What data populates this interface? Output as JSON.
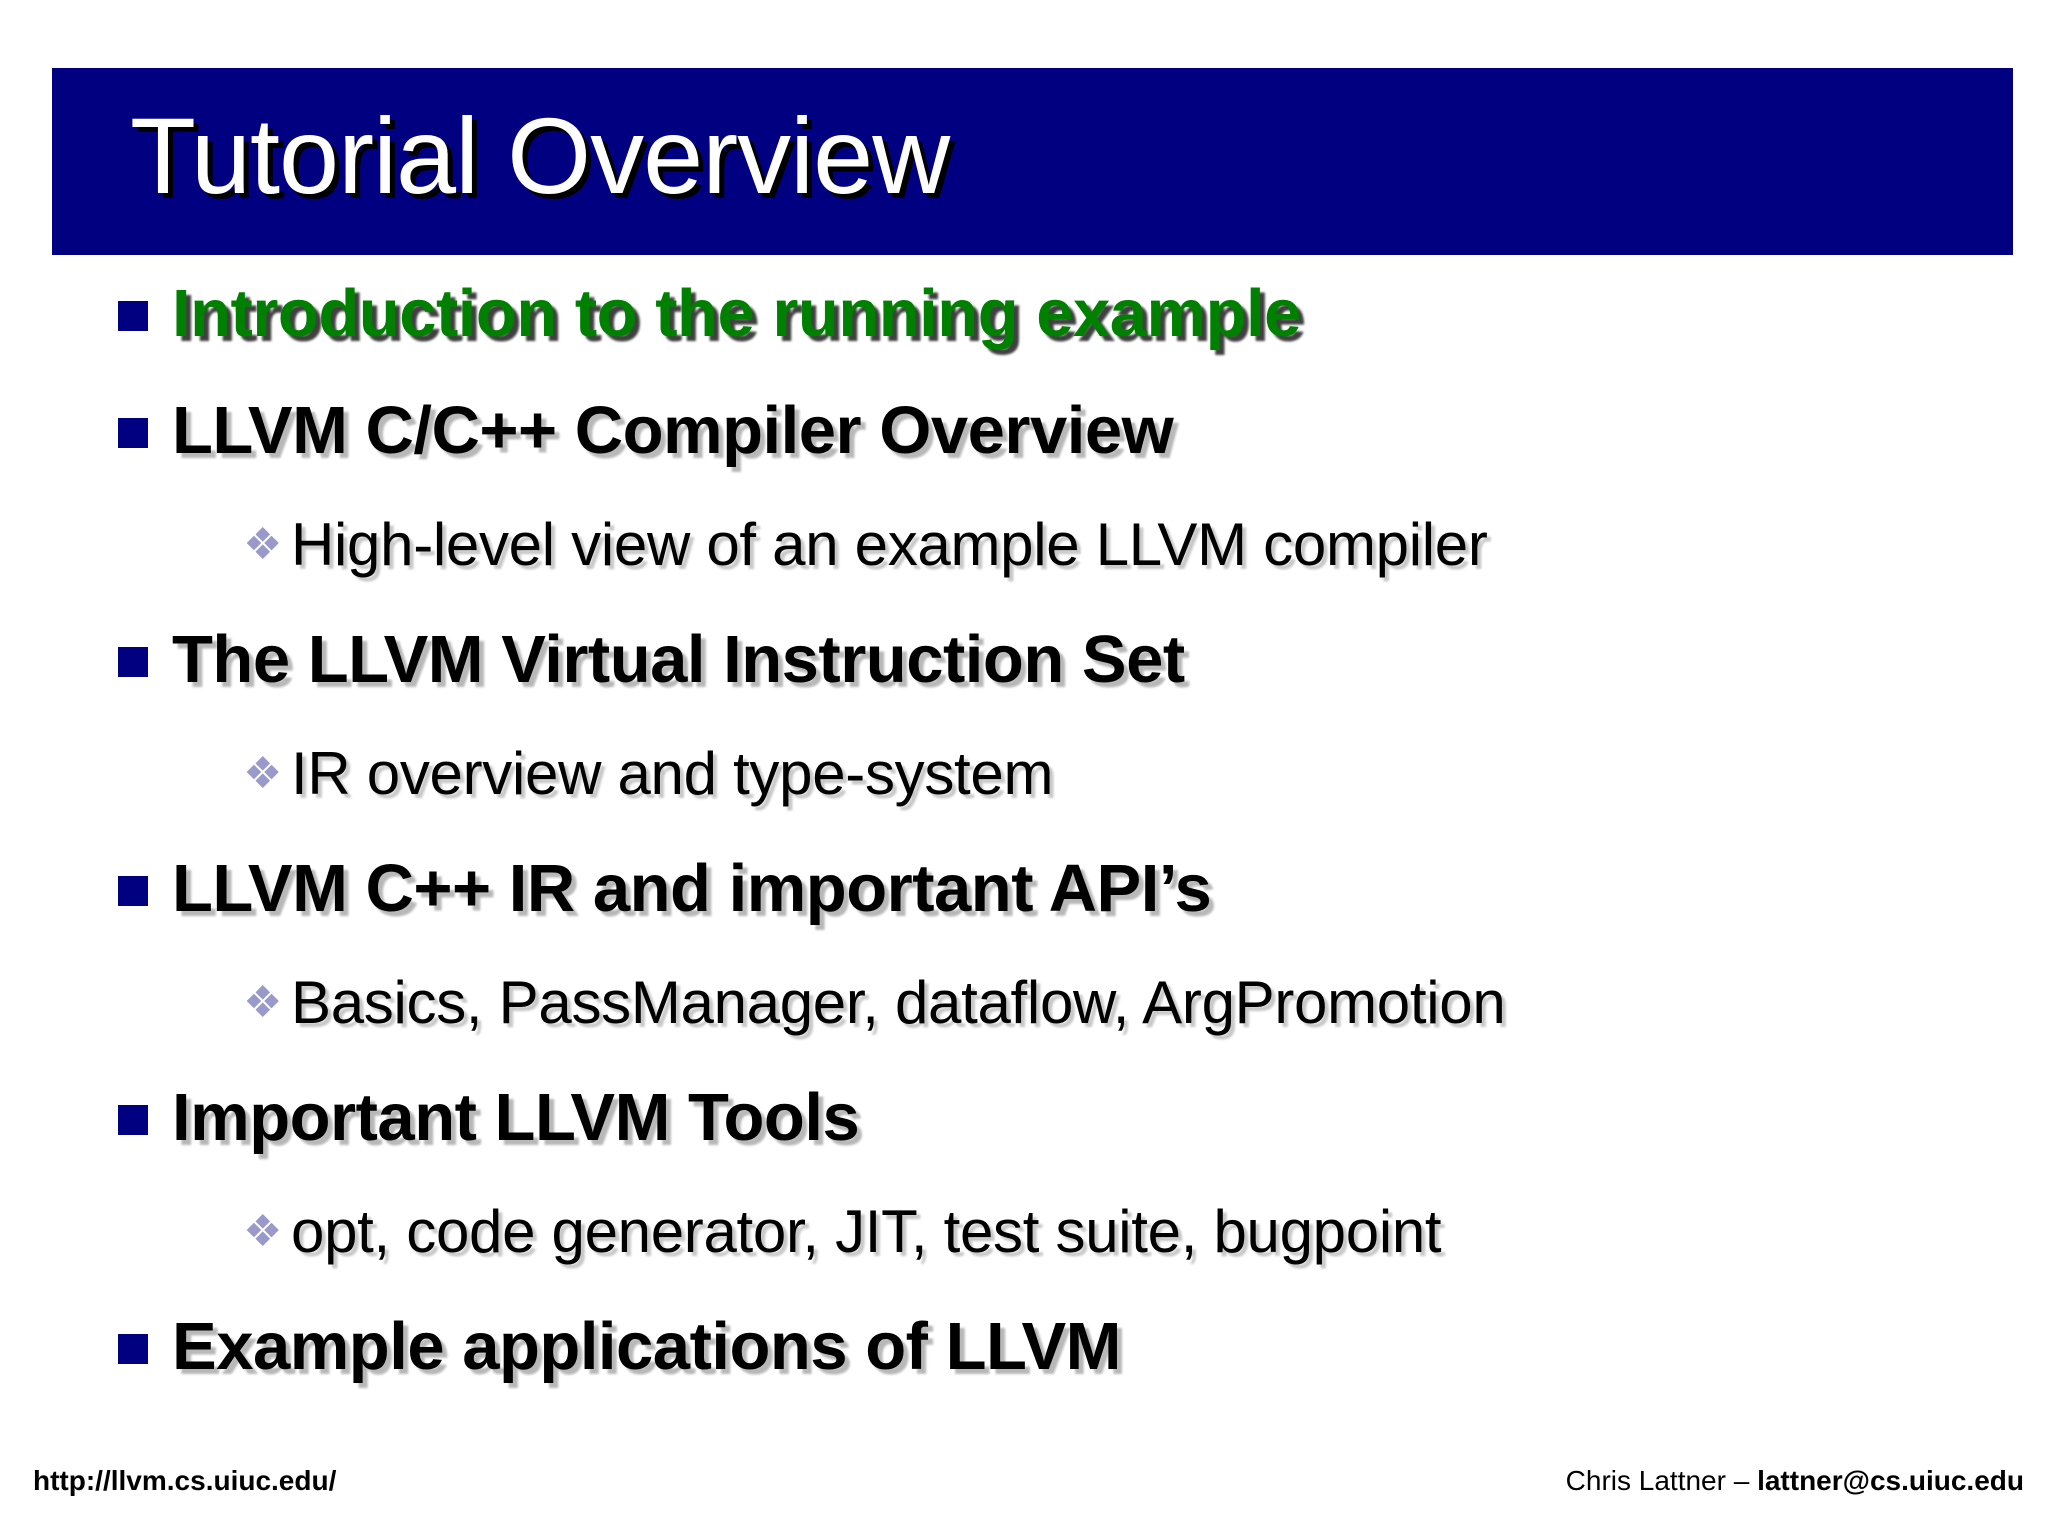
{
  "slide": {
    "title": "Tutorial Overview",
    "banner_color": "#000080",
    "background_color": "#FFFFFF"
  },
  "outline": [
    {
      "level": 1,
      "marker": "square-bullet",
      "text": "Introduction to the running example",
      "color": "#008000",
      "highlighted": true
    },
    {
      "level": 1,
      "marker": "square-bullet",
      "text": "LLVM C/C++ Compiler Overview",
      "color": "#000000",
      "highlighted": false
    },
    {
      "level": 2,
      "marker": "diamond-bullet",
      "text": "High-level view of an example LLVM compiler",
      "color": "#000000",
      "highlighted": false
    },
    {
      "level": 1,
      "marker": "square-bullet",
      "text": "The LLVM Virtual Instruction Set",
      "color": "#000000",
      "highlighted": false
    },
    {
      "level": 2,
      "marker": "diamond-bullet",
      "text": "IR overview and type-system",
      "color": "#000000",
      "highlighted": false
    },
    {
      "level": 1,
      "marker": "square-bullet",
      "text": "LLVM C++ IR and important API’s",
      "color": "#000000",
      "highlighted": false
    },
    {
      "level": 2,
      "marker": "diamond-bullet",
      "text": "Basics, PassManager, dataflow, ArgPromotion",
      "color": "#000000",
      "highlighted": false
    },
    {
      "level": 1,
      "marker": "square-bullet",
      "text": "Important LLVM Tools",
      "color": "#000000",
      "highlighted": false
    },
    {
      "level": 2,
      "marker": "diamond-bullet",
      "text": "opt, code generator, JIT, test suite, bugpoint",
      "color": "#000000",
      "highlighted": false
    },
    {
      "level": 1,
      "marker": "square-bullet",
      "text": "Example applications of LLVM",
      "color": "#000000",
      "highlighted": false
    }
  ],
  "markers": {
    "diamond_glyph": "❖"
  },
  "footer": {
    "url": "http://llvm.cs.uiuc.edu/",
    "author_prefix": "Chris Lattner – ",
    "author_email": "lattner@cs.uiuc.edu"
  }
}
